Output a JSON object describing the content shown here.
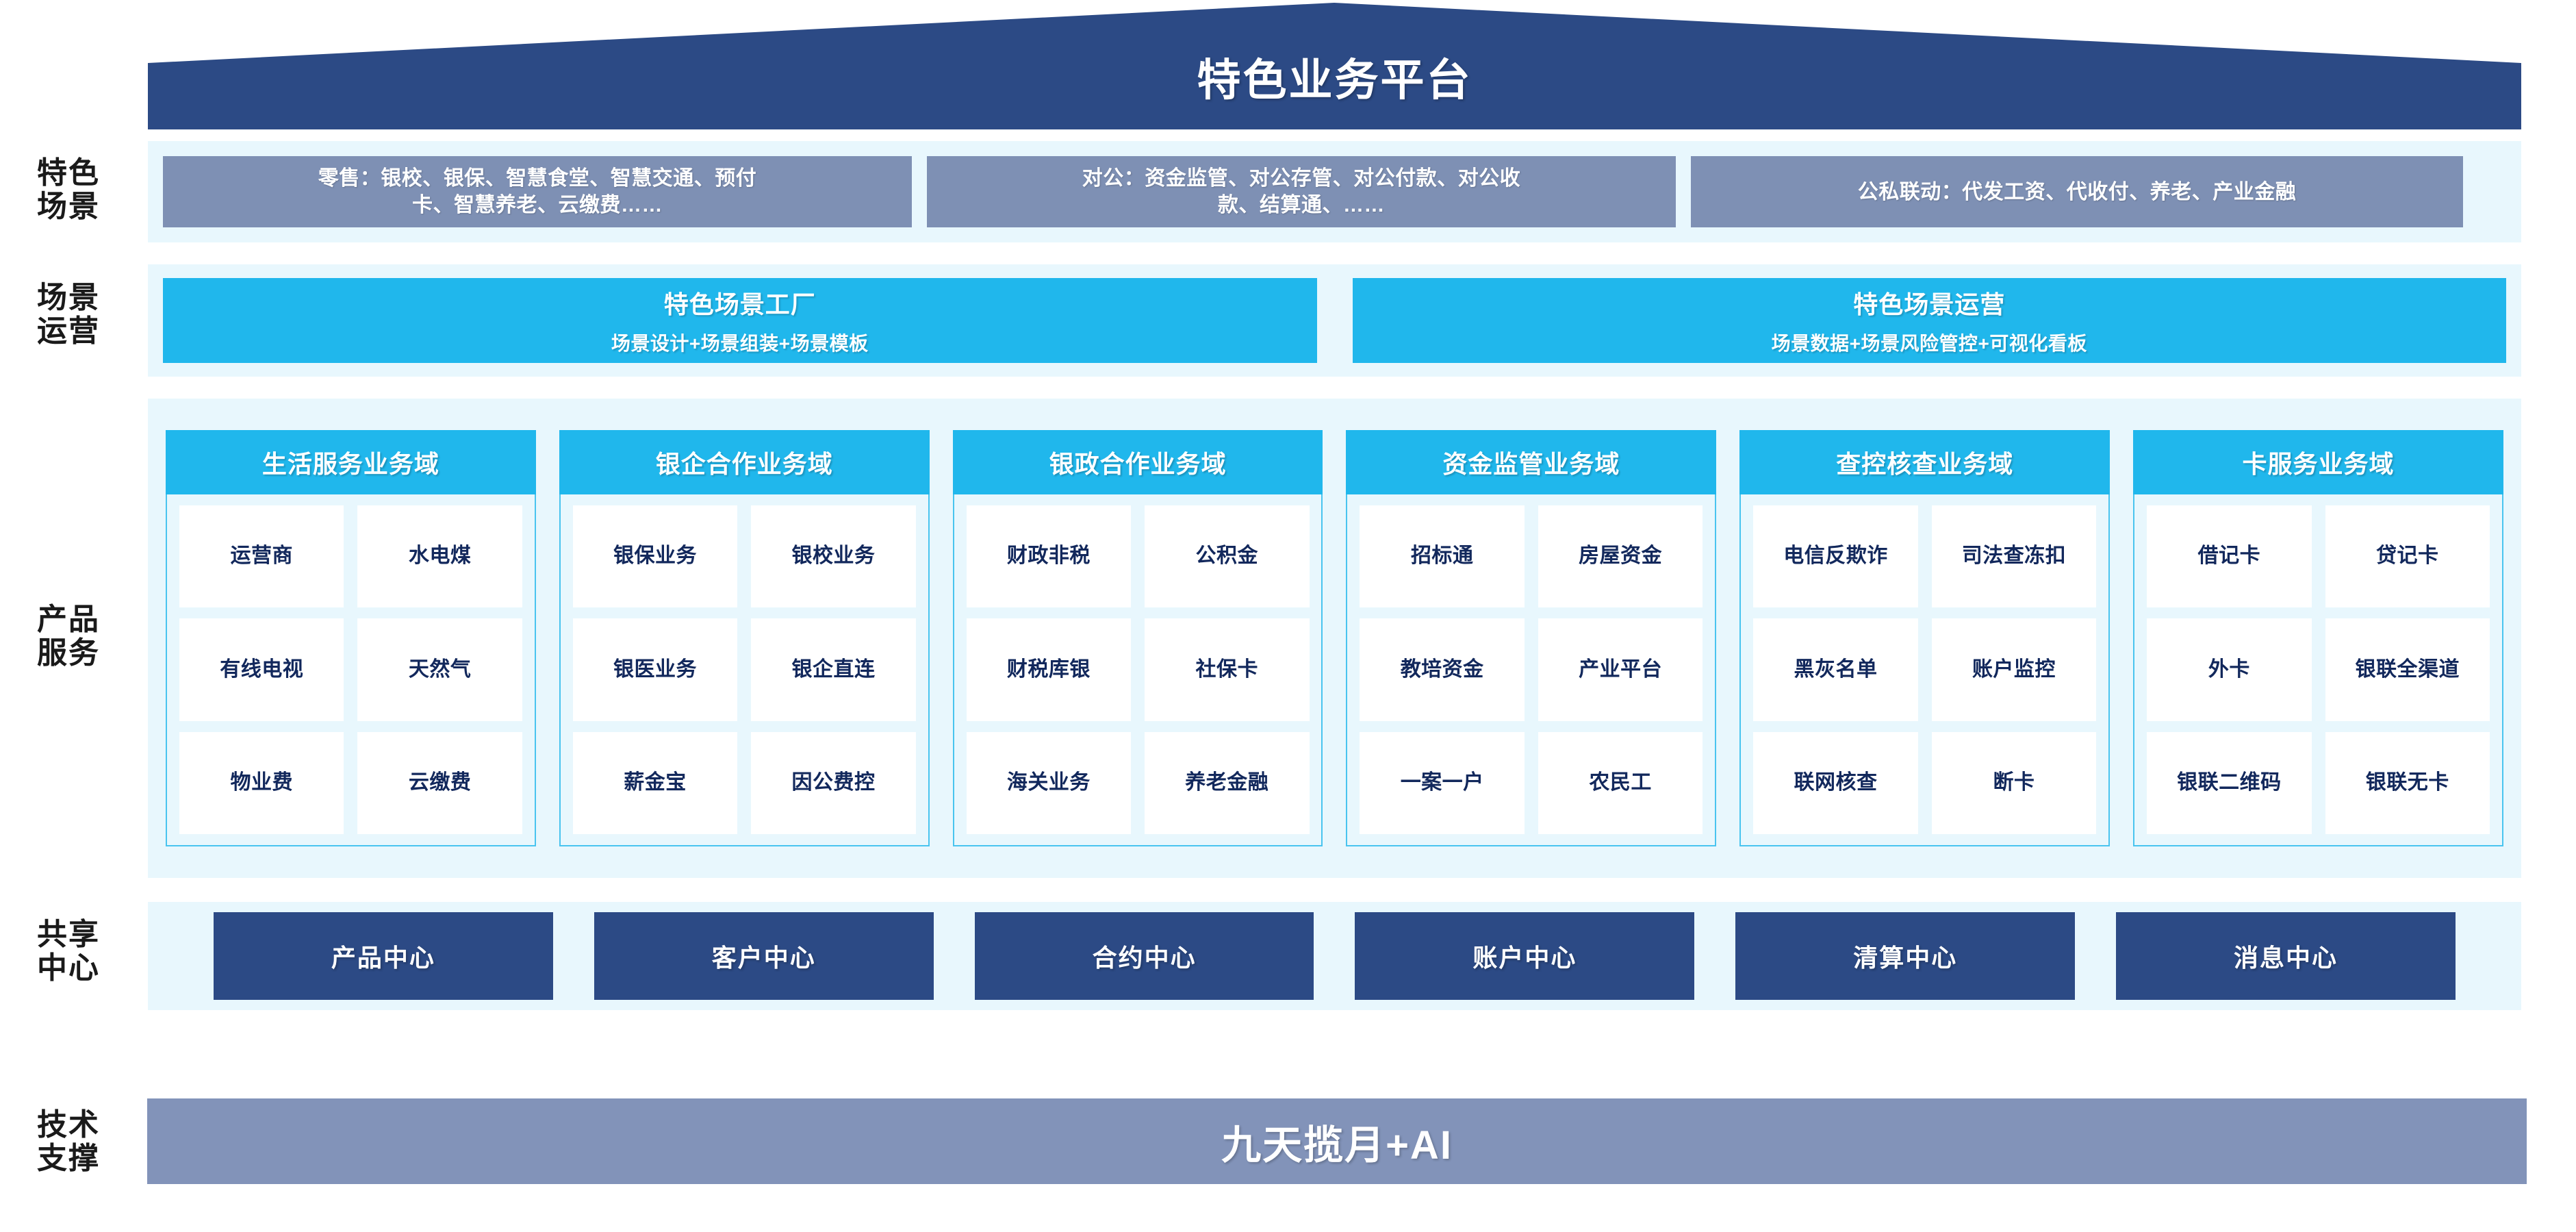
{
  "title": "特色业务平台",
  "colors": {
    "roof": "#2c4a85",
    "band_bg": "#e8f7fd",
    "scene_box": "#7e90b4",
    "cyan": "#20b7ec",
    "cyan_border": "#49c4ef",
    "tile_text": "#12285c",
    "shared_box": "#2c4a85",
    "tech_bar": "#8293b9"
  },
  "rails": {
    "scene": "特色\n场景",
    "ops": "场景\n运营",
    "products": "产品\n服务",
    "shared": "共享\n中心",
    "tech": "技术\n支撑"
  },
  "rail_labels": {
    "scene_l1": "特色",
    "scene_l2": "场景",
    "ops_l1": "场景",
    "ops_l2": "运营",
    "products_l1": "产品",
    "products_l2": "服务",
    "shared_l1": "共享",
    "shared_l2": "中心",
    "tech_l1": "技术",
    "tech_l2": "支撑"
  },
  "scenarios": [
    {
      "id": "retail",
      "line1": "零售：银校、银保、智慧食堂、智慧交通、预付",
      "line2": "卡、智慧养老、云缴费……"
    },
    {
      "id": "corporate",
      "line1": "对公：资金监管、对公存管、对公付款、对公收",
      "line2": "款、结算通、……"
    },
    {
      "id": "joint",
      "line1": "公私联动：代发工资、代收付、养老、产业金融",
      "line2": ""
    }
  ],
  "operations": [
    {
      "title": "特色场景工厂",
      "subtitle": "场景设计+场景组装+场景模板"
    },
    {
      "title": "特色场景运营",
      "subtitle": "场景数据+场景风险管控+可视化看板"
    }
  ],
  "domains": [
    {
      "title": "生活服务业务域",
      "rows": [
        [
          "运营商",
          "水电煤"
        ],
        [
          "有线电视",
          "天然气"
        ],
        [
          "物业费",
          "云缴费"
        ]
      ]
    },
    {
      "title": "银企合作业务域",
      "rows": [
        [
          "银保业务",
          "银校业务"
        ],
        [
          "银医业务",
          "银企直连"
        ],
        [
          "薪金宝",
          "因公费控"
        ]
      ]
    },
    {
      "title": "银政合作业务域",
      "rows": [
        [
          "财政非税",
          "公积金"
        ],
        [
          "财税库银",
          "社保卡"
        ],
        [
          "海关业务",
          "养老金融"
        ]
      ]
    },
    {
      "title": "资金监管业务域",
      "rows": [
        [
          "招标通",
          "房屋资金"
        ],
        [
          "教培资金",
          "产业平台"
        ],
        [
          "一案一户",
          "农民工"
        ]
      ]
    },
    {
      "title": "查控核查业务域",
      "rows": [
        [
          "电信\n反欺诈",
          "司法\n查冻扣"
        ],
        [
          "黑灰名单",
          "账户监控"
        ],
        [
          "联网核查",
          "断卡"
        ]
      ]
    },
    {
      "title": "卡服务业务域",
      "rows": [
        [
          "借记卡",
          "贷记卡"
        ],
        [
          "外卡",
          "银联\n全渠道"
        ],
        [
          "银联\n二维码",
          "银联无卡"
        ]
      ]
    }
  ],
  "shared_centers": [
    "产品中心",
    "客户中心",
    "合约中心",
    "账户中心",
    "清算中心",
    "消息中心"
  ],
  "tech_support": "九天揽月+AI"
}
